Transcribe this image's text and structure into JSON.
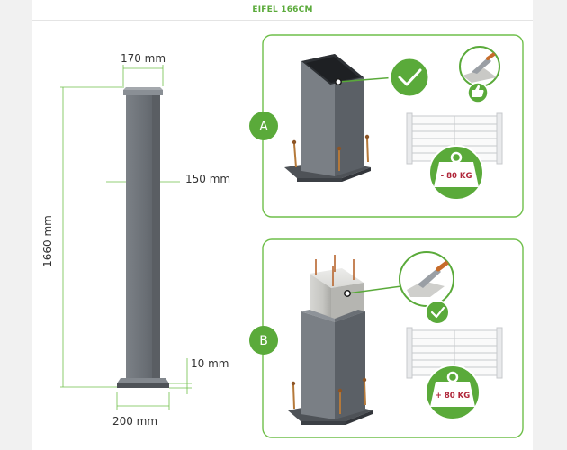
{
  "header": {
    "title": "EIFEL 166CM"
  },
  "dimensions": {
    "top_width": "170 mm",
    "height": "1660 mm",
    "post_width": "150 mm",
    "plate_thickness": "10 mm",
    "base_width": "200 mm"
  },
  "options": [
    {
      "letter": "A",
      "weight_badge": "- 80 KG"
    },
    {
      "letter": "B",
      "weight_badge": "+ 80 KG"
    }
  ],
  "colors": {
    "accent_green": "#5aaa3a",
    "post_gray": "#6e7379",
    "badge_red": "#b0263a"
  }
}
